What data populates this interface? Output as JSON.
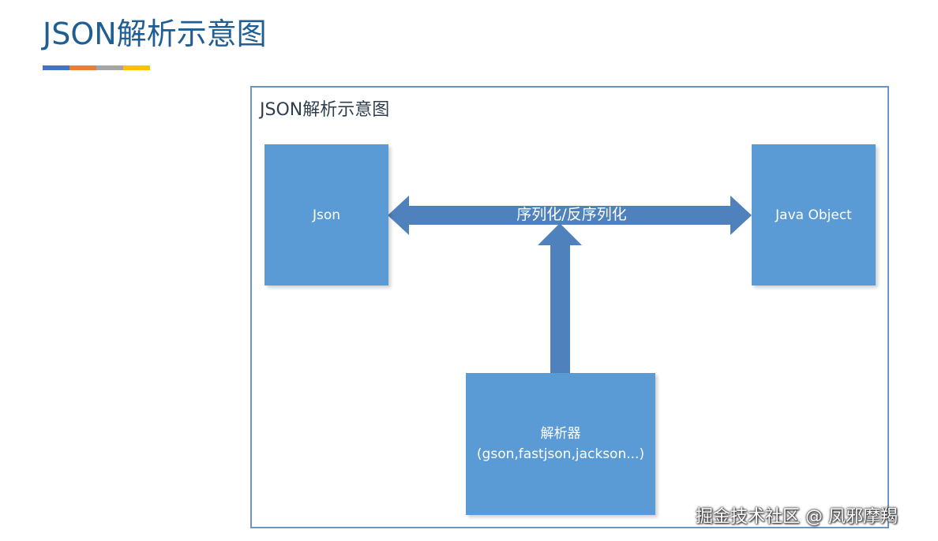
{
  "header": {
    "title": "JSON解析示意图",
    "accent_colors": [
      "#4472c4",
      "#ed7d31",
      "#a5a5a5",
      "#ffc000"
    ]
  },
  "diagram": {
    "frame_title": "JSON解析示意图",
    "nodes": {
      "json": {
        "label": "Json"
      },
      "java": {
        "label": "Java Object"
      },
      "parser": {
        "label": "解析器",
        "sublabel": "(gson,fastjson,jackson...)"
      }
    },
    "arrow_label": "序列化/反序列化",
    "colors": {
      "box": "#5b9bd5",
      "arrow": "#4f81bd",
      "frame": "#6b93c4"
    }
  },
  "watermark": "掘金技术社区 @ 凤邪摩羯"
}
